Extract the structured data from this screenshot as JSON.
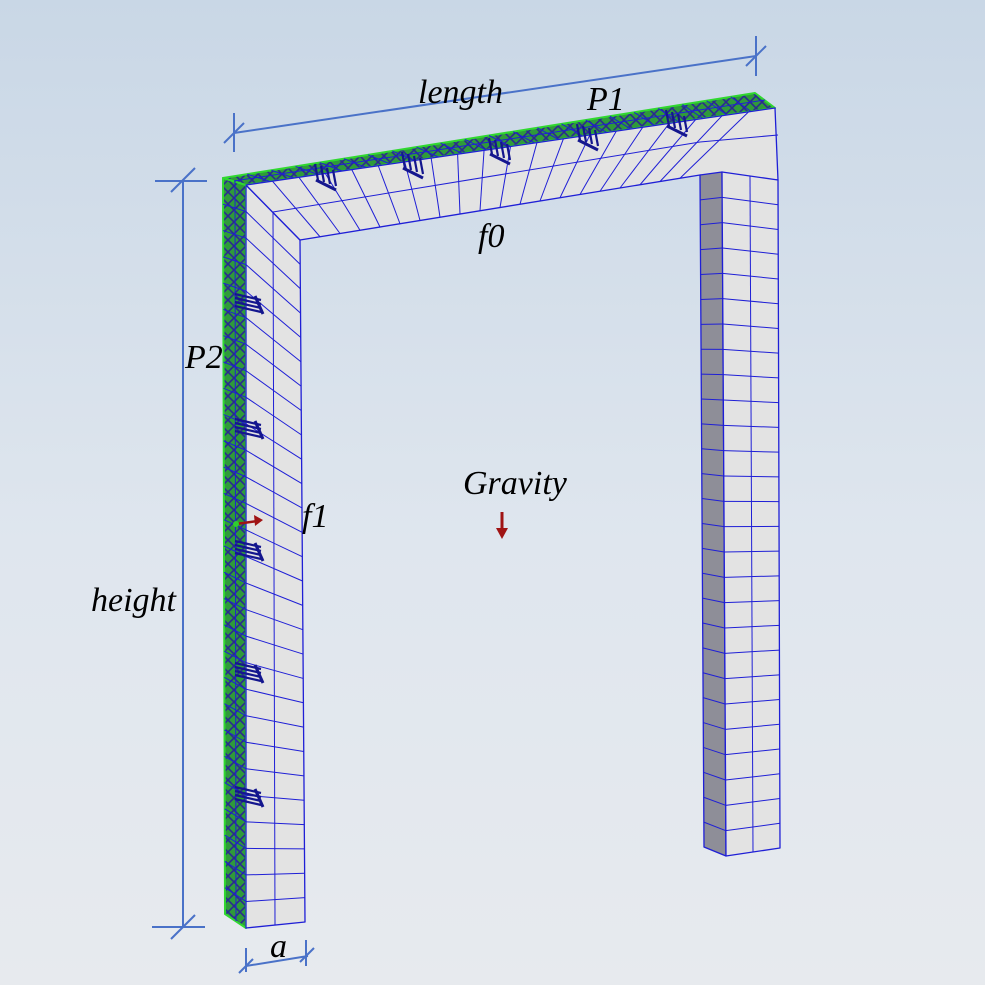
{
  "labels": {
    "length": "length",
    "p1": "P1",
    "f0": "f0",
    "p2": "P2",
    "gravity": "Gravity",
    "f1": "f1",
    "height": "height",
    "a": "a"
  },
  "colors": {
    "background_top": "#c9d7e6",
    "background_bottom": "#e7eaee",
    "mesh_line": "#1f1fd6",
    "face_light": "#e3e3e3",
    "face_dark": "#8e8e98",
    "load_face_green": "#2fcf2f",
    "dimension_line": "#4a72c8",
    "load_arrow": "#14168e",
    "gravity_arrow": "#a01414"
  },
  "icons": {
    "gravity": "gravity-arrow-icon",
    "load_p1": "distributed-load-icon",
    "load_p2": "distributed-load-icon",
    "force_f1": "force-arrow-icon"
  }
}
